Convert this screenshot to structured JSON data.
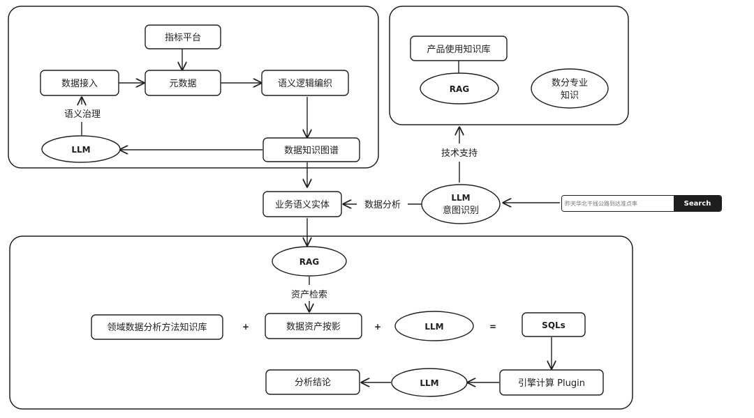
{
  "groups": {
    "semantic": {},
    "knowledge": {},
    "analysis": {}
  },
  "nodes": {
    "indicator_platform": "指标平台",
    "data_ingest": "数据接入",
    "metadata": "元数据",
    "semantic_logic": "语义逻辑编织",
    "llm_governance": "LLM",
    "knowledge_graph": "数据知识图谱",
    "product_kb": "产品使用知识库",
    "rag_top": "RAG",
    "shufen_expert": [
      "数分专业",
      "知识"
    ],
    "llm_intent": [
      "LLM",
      "意图识别"
    ],
    "business_entity": "业务语义实体",
    "rag_bottom": "RAG",
    "domain_kb": "领域数据分析方法知识库",
    "data_asset": "数据资产按影",
    "llm_mid": "LLM",
    "sqls": "SQLs",
    "engine_plugin": "引擎计算 Plugin",
    "llm_bottom": "LLM",
    "conclusion": "分析结论"
  },
  "edge_labels": {
    "governance": "语义治理",
    "tech_support": "技术支持",
    "data_analysis": "数据分析",
    "asset_retrieval": "资产检索"
  },
  "operators": {
    "plus1": "+",
    "plus2": "+",
    "equals": "="
  },
  "search": {
    "placeholder": "昨天华北干线公路到达准点率",
    "button": "Search"
  }
}
